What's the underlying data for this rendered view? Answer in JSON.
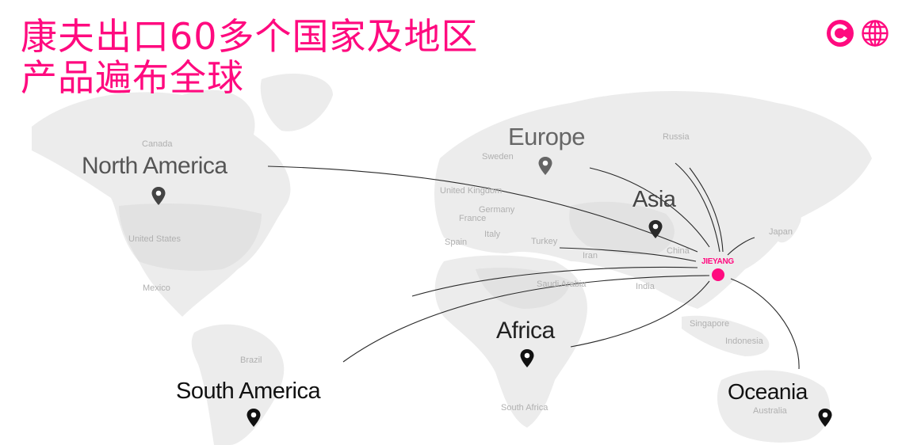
{
  "title": {
    "line1": "康夫出口60多个国家及地区",
    "line2": "产品遍布全球",
    "color": "#ff0a7f"
  },
  "header_icons": [
    {
      "name": "copyright-c-logo-icon"
    },
    {
      "name": "globe-icon"
    }
  ],
  "hub": {
    "label": "JIEYANG",
    "color": "#ff0a7f"
  },
  "regions": [
    {
      "id": "north-america",
      "label": "North America"
    },
    {
      "id": "europe",
      "label": "Europe"
    },
    {
      "id": "asia",
      "label": "Asia"
    },
    {
      "id": "africa",
      "label": "Africa"
    },
    {
      "id": "south-america",
      "label": "South America"
    },
    {
      "id": "oceania",
      "label": "Oceania"
    }
  ],
  "countries": [
    "Canada",
    "United States",
    "Mexico",
    "Brazil",
    "Sweden",
    "United Kingdom",
    "Germany",
    "France",
    "Italy",
    "Spain",
    "Turkey",
    "Iran",
    "Saudi Arabia",
    "India",
    "China",
    "Russia",
    "Japan",
    "Singapore",
    "Indonesia",
    "South Africa",
    "Australia"
  ]
}
